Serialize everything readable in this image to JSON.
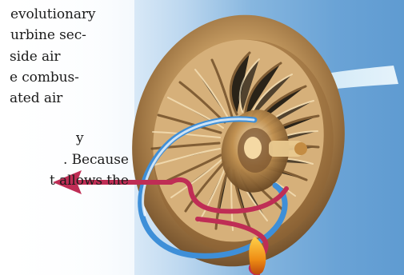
{
  "article": {
    "lines": [
      "evolutionary",
      "urbine sec-",
      "side air",
      "e combus-",
      "ated air",
      "",
      "y",
      ". Because",
      "t allows the"
    ]
  },
  "illustration": {
    "subject_icon": "turbine-wheel-icon",
    "colors": {
      "background_light": "#ffffff",
      "background_blue": "#6aa3d6",
      "turbine_gold": "#b88d4f",
      "outside_air_stream": "#d6eef9",
      "blue_path": "#3e8fd8",
      "red_path": "#bf2d55",
      "flame_orange": "#ef9d18"
    }
  }
}
